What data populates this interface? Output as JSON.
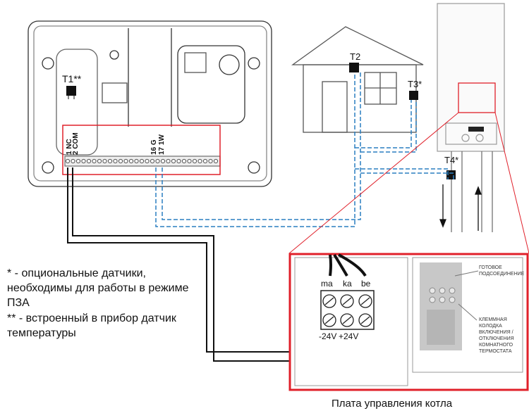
{
  "device": {
    "sensor_t1": "T1**",
    "terminal_labels": [
      "1 NC",
      "2 COM",
      "16 G",
      "17 1W"
    ]
  },
  "house": {
    "sensor_t2": "T2"
  },
  "sensor_t3": "T3*",
  "sensor_t4": "T4*",
  "board": {
    "terminals": [
      "ma",
      "ka",
      "be"
    ],
    "voltages": [
      "-24V",
      "+24V"
    ],
    "photo_labels": {
      "ready": "ГОТОВОЕ ПОДСОЕДИНЕНИЕ",
      "block": "КЛЕММНАЯ КОЛОДКА ВКЛЮЧЕНИЯ / ОТКЛЮЧЕНИЯ КОМНАТНОГО ТЕРМОСТАТА"
    }
  },
  "notes": {
    "optional": "* - опциональные датчики, необходимы для работы в режиме ПЗА",
    "builtin": "** - встроенный в прибор датчик температуры"
  },
  "caption": "Плата управления котла",
  "colors": {
    "red": "#e0202a",
    "blue": "#2a7fc0",
    "wire": "#111111"
  }
}
